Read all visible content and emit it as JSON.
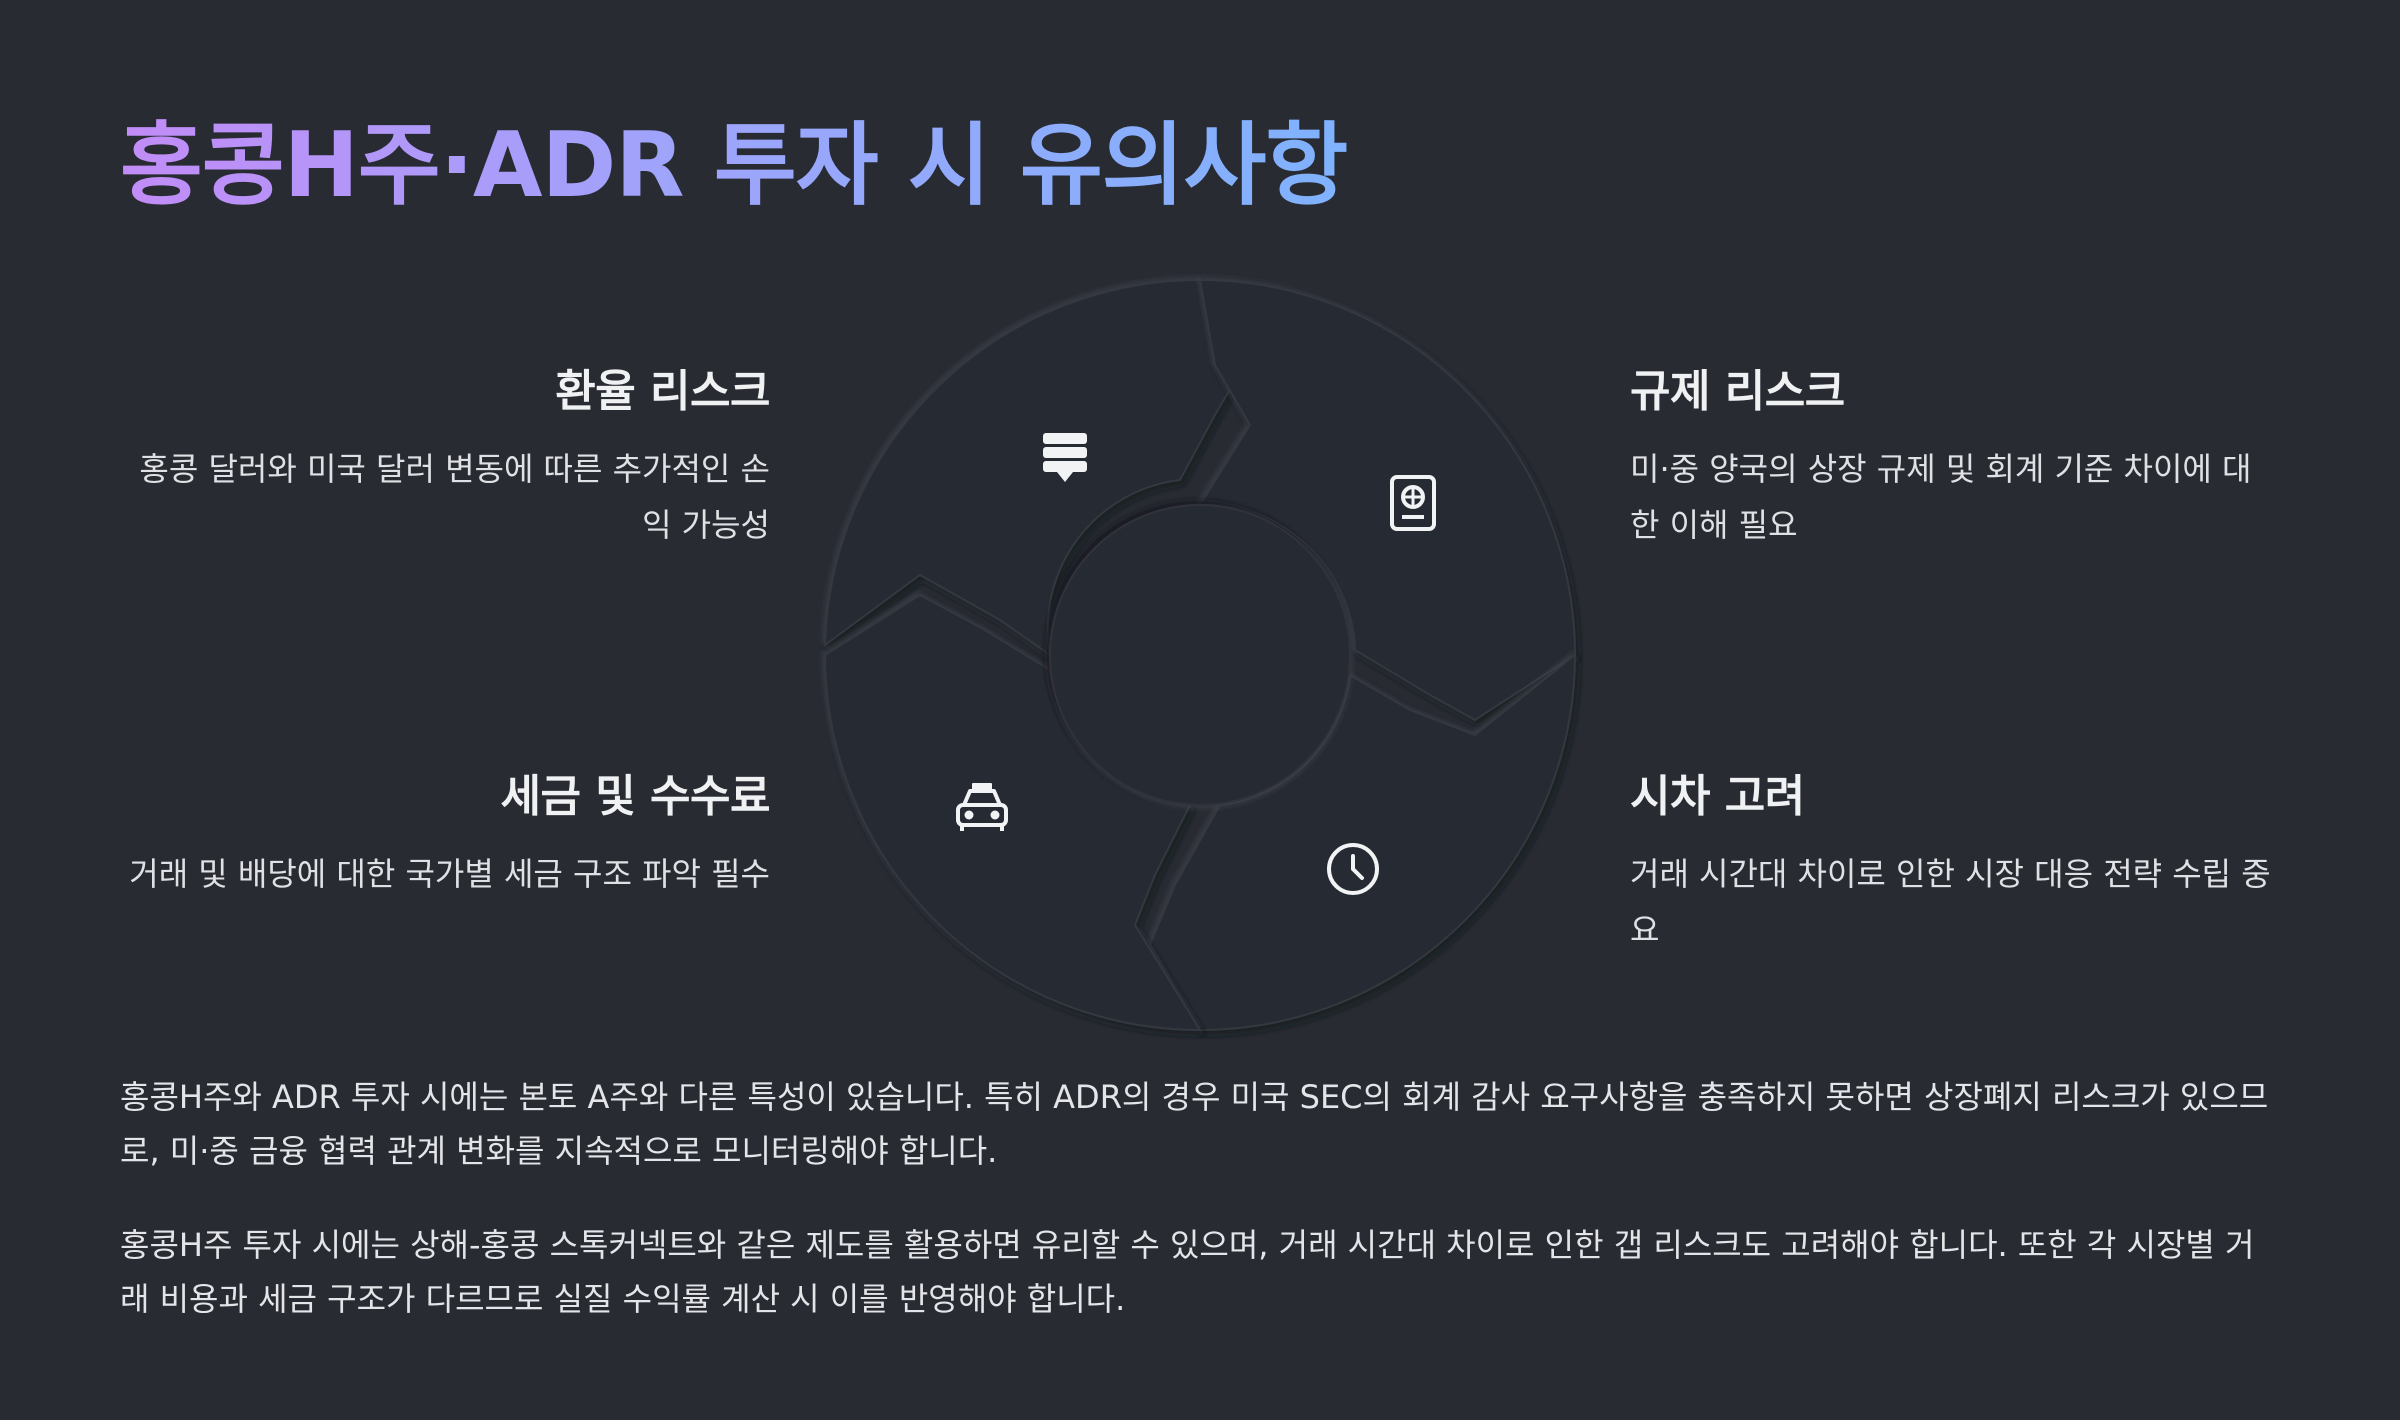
{
  "title": "홍콩H주·ADR 투자 시 유의사항",
  "colors": {
    "background": "#282b32",
    "title_gradient": [
      "#c28cf7",
      "#9fa4fb",
      "#7fb2fd"
    ],
    "text": "#e7e8ea"
  },
  "cycle": {
    "segments": [
      {
        "position": "top-left",
        "icon": "notes-icon"
      },
      {
        "position": "top-right",
        "icon": "passport-icon"
      },
      {
        "position": "bottom-right",
        "icon": "clock-icon"
      },
      {
        "position": "bottom-left",
        "icon": "taxi-icon"
      }
    ]
  },
  "items": [
    {
      "position": "top-left",
      "heading": "환율 리스크",
      "text": "홍콩 달러와 미국 달러 변동에 따른 추가적인 손익 가능성"
    },
    {
      "position": "top-right",
      "heading": "규제 리스크",
      "text": "미·중 양국의 상장 규제 및 회계 기준 차이에 대한 이해 필요"
    },
    {
      "position": "bottom-left",
      "heading": "세금 및 수수료",
      "text": "거래 및 배당에 대한 국가별 세금 구조 파악 필수"
    },
    {
      "position": "bottom-right",
      "heading": "시차 고려",
      "text": "거래 시간대 차이로 인한 시장 대응 전략 수립 중요"
    }
  ],
  "paragraphs": [
    "홍콩H주와 ADR 투자 시에는 본토 A주와 다른 특성이 있습니다. 특히 ADR의 경우 미국 SEC의 회계 감사 요구사항을 충족하지 못하면 상장폐지 리스크가 있으므로, 미·중 금융 협력 관계 변화를 지속적으로 모니터링해야 합니다.",
    "홍콩H주 투자 시에는 상해-홍콩 스톡커넥트와 같은 제도를 활용하면 유리할 수 있으며, 거래 시간대 차이로 인한 갭 리스크도 고려해야 합니다. 또한 각 시장별 거래 비용과 세금 구조가 다르므로 실질 수익률 계산 시 이를 반영해야 합니다."
  ]
}
